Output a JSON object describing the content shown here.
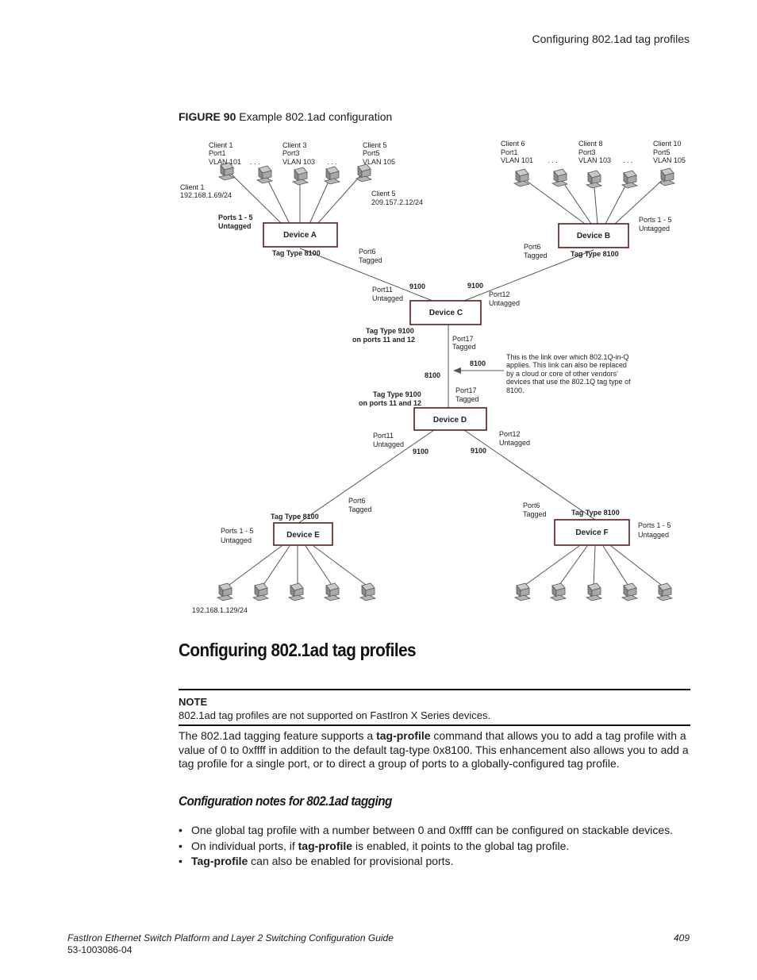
{
  "header": {
    "running_title": "Configuring 802.1ad tag profiles"
  },
  "figure": {
    "label": "FIGURE 90",
    "caption": "Example 802.1ad configuration",
    "diagram": {
      "clients_a": [
        {
          "name": "Client 1",
          "port": "Port1",
          "vlan": "VLAN 101"
        },
        {
          "name": "Client 3",
          "port": "Port3",
          "vlan": "VLAN 103"
        },
        {
          "name": "Client 5",
          "port": "Port5",
          "vlan": "VLAN 105"
        }
      ],
      "clients_b": [
        {
          "name": "Client 6",
          "port": "Port1",
          "vlan": "VLAN 101"
        },
        {
          "name": "Client 8",
          "port": "Port3",
          "vlan": "VLAN 103"
        },
        {
          "name": "Client 10",
          "port": "Port5",
          "vlan": "VLAN 105"
        }
      ],
      "ellipsis": ". . .",
      "client1_name": "Client 1",
      "client1_ip": "192.168.1.69/24",
      "client5_name": "Client 5",
      "client5_ip": "209.157.2.12/24",
      "ports_1_5": "Ports 1 - 5",
      "untagged": "Untagged",
      "tagged": "Tagged",
      "tag_type_8100": "Tag Type 8100",
      "device_a": "Device A",
      "device_b": "Device B",
      "device_c": "Device C",
      "device_d": "Device D",
      "device_e": "Device E",
      "device_f": "Device F",
      "port6": "Port6",
      "port11": "Port11",
      "port12": "Port12",
      "port17": "Port17",
      "v9100": "9100",
      "v8100": "8100",
      "tag_type_9100": "Tag Type 9100",
      "on_ports": "on ports 11 and 12",
      "link_note": [
        "This is the link over which 802.1Q-in-Q",
        "applies. This link can also be replaced",
        "by a cloud or core of other vendors'",
        "devices that use the 802.1Q tag type of",
        "8100."
      ],
      "client_e_ip": "192.168.1.129/24"
    }
  },
  "section": {
    "title": "Configuring 802.1ad tag profiles"
  },
  "note": {
    "label": "NOTE",
    "text": "802.1ad tag profiles are not supported on FastIron X Series devices."
  },
  "body": {
    "p1_a": "The 802.1ad tagging feature supports a ",
    "p1_b": "tag-profile",
    "p1_c": " command that allows you to add a tag profile with a value of 0 to 0xffff in addition to the default tag-type 0x8100. This enhancement also allows you to add a tag profile for a single port, or to direct a group of ports to a globally-configured tag profile."
  },
  "subsection": {
    "title": "Configuration notes for 802.1ad tagging"
  },
  "bullets": {
    "marker": "•",
    "b1": "One global tag profile with a number between 0 and 0xffff can be configured on stackable devices.",
    "b2_a": "On individual ports, if ",
    "b2_b": "tag-profile",
    "b2_c": " is enabled, it points to the global tag profile.",
    "b3_a": "Tag-profile",
    "b3_b": " can also be enabled for provisional ports."
  },
  "footer": {
    "title": "FastIron Ethernet Switch Platform and Layer 2 Switching Configuration Guide",
    "doc_number": "53-1003086-04",
    "page": "409"
  },
  "colors": {
    "device_border": "#5a1a1a",
    "line": "#555555",
    "pc_body": "#8a8a8a"
  }
}
